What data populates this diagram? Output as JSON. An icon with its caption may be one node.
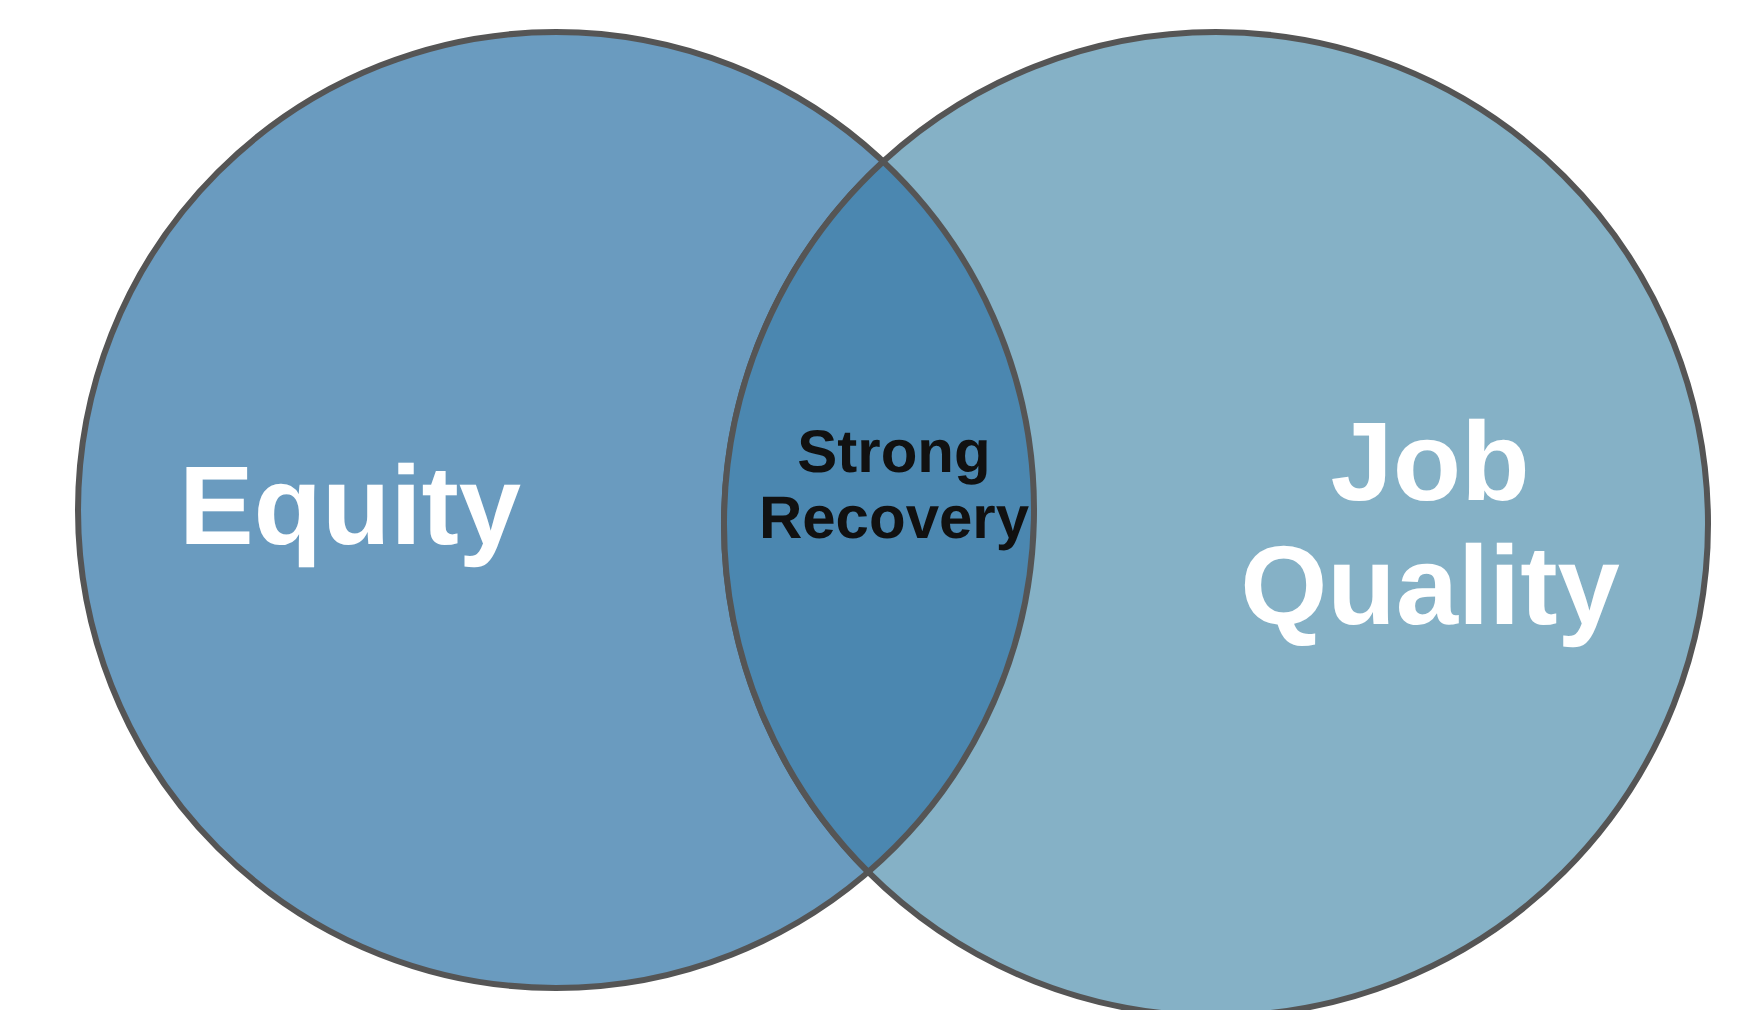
{
  "diagram": {
    "nodes": [
      {
        "text": [
          "Equity"
        ]
      },
      {
        "text": [
          "Strong Recovery"
        ]
      },
      {
        "text": [
          "Job Quality"
        ]
      }
    ]
  }
}
